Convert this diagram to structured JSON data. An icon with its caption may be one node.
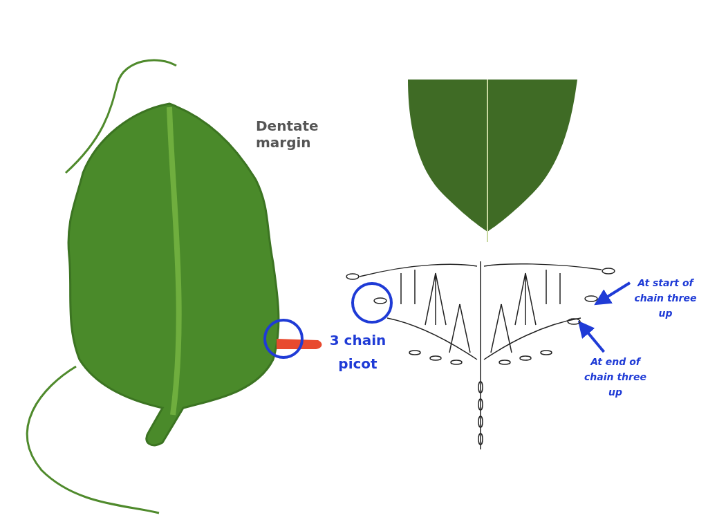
{
  "diagram": {
    "nodes": [
      {
        "text": [
          "At start of chain three up"
        ]
      },
      {
        "text": [
          "At end of chain three up"
        ]
      },
      {
        "text": [],
        "shape": "circle"
      },
      {
        "text": [],
        "shape": "circle"
      }
    ],
    "edges": [
      {
        "from": 0,
        "to": 2,
        "arrow": "to"
      },
      {
        "from": 1,
        "to": 3,
        "arrow": "to"
      }
    ],
    "labels": [
      "Dentate margin",
      "3 chain picot"
    ]
  }
}
